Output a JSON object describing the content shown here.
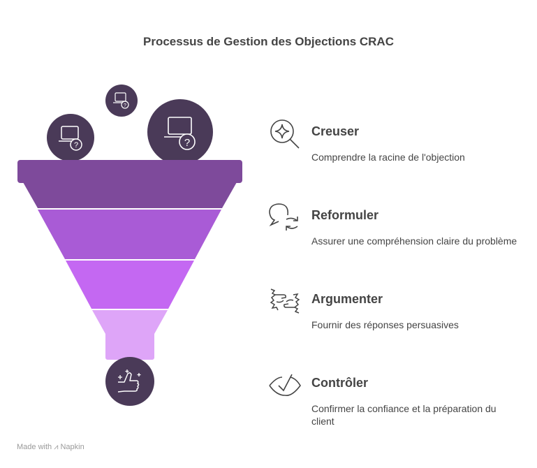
{
  "title": "Processus de Gestion des Objections CRAC",
  "colors": {
    "rim": "#7e4a9b",
    "band2": "#a95bd6",
    "band3": "#c468f2",
    "band4": "#dea5f8",
    "circle": "#4a3a58",
    "text": "#444444"
  },
  "funnel_icons": [
    "laptop-question-icon",
    "laptop-question-icon",
    "laptop-question-icon",
    "thumbs-up-sparkle-icon"
  ],
  "steps": [
    {
      "title": "Creuser",
      "description": "Comprendre la racine de l'objection",
      "icon": "search-sparkle-icon"
    },
    {
      "title": "Reformuler",
      "description": "Assurer une compréhension claire du problème",
      "icon": "chat-refresh-icon"
    },
    {
      "title": "Argumenter",
      "description": "Fournir des réponses persuasives",
      "icon": "hands-argue-icon"
    },
    {
      "title": "Contrôler",
      "description": "Confirmer la confiance et la préparation du client",
      "icon": "eye-check-icon"
    }
  ],
  "footer": "Made with ⩘ Napkin"
}
